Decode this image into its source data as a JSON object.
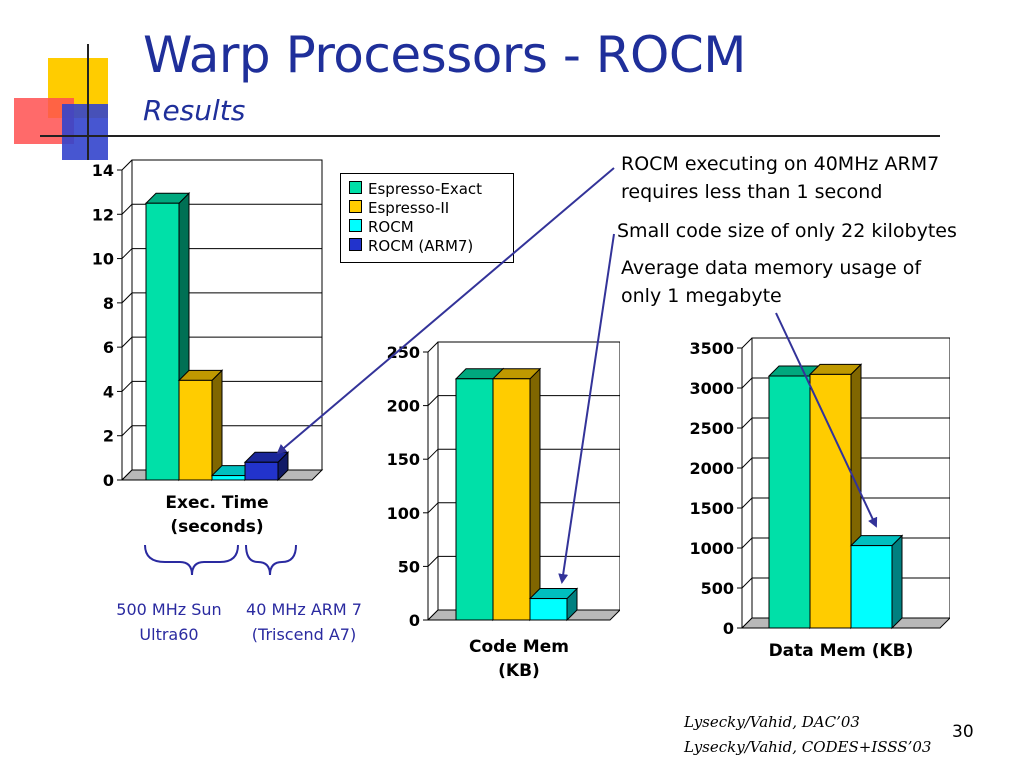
{
  "title": "Warp Processors - ROCM",
  "subtitle": "Results",
  "colors": {
    "title": "#1f2f9a",
    "espresso_exact": "#00e0a8",
    "espresso_ii": "#ffcc00",
    "rocm": "#00ffff",
    "rocm_arm7": "#2233cc",
    "arrow": "#333399"
  },
  "chart_data": [
    {
      "type": "bar",
      "categories": [
        "Exec. Time (seconds)"
      ],
      "xlabel": "Exec. Time\n(seconds)",
      "ylim": [
        0,
        14
      ],
      "yticks": [
        0,
        2,
        4,
        6,
        8,
        10,
        12,
        14
      ],
      "grid": true,
      "series": [
        {
          "name": "Espresso-Exact",
          "values": [
            12.5
          ]
        },
        {
          "name": "Espresso-II",
          "values": [
            4.5
          ]
        },
        {
          "name": "ROCM",
          "values": [
            0.2
          ]
        },
        {
          "name": "ROCM (ARM7)",
          "values": [
            0.8
          ]
        }
      ],
      "legend": [
        "Espresso-Exact",
        "Espresso-II",
        "ROCM",
        "ROCM (ARM7)"
      ],
      "legend_position": "top-right"
    },
    {
      "type": "bar",
      "categories": [
        "Code Mem (KB)"
      ],
      "xlabel": "Code Mem\n(KB)",
      "ylim": [
        0,
        250
      ],
      "yticks": [
        0,
        50,
        100,
        150,
        200,
        250
      ],
      "grid": true,
      "series": [
        {
          "name": "Espresso-Exact",
          "values": [
            225
          ]
        },
        {
          "name": "Espresso-II",
          "values": [
            225
          ]
        },
        {
          "name": "ROCM",
          "values": [
            20
          ]
        }
      ]
    },
    {
      "type": "bar",
      "categories": [
        "Data Mem (KB)"
      ],
      "xlabel": "Data Mem (KB)",
      "ylim": [
        0,
        3500
      ],
      "yticks": [
        0,
        500,
        1000,
        1500,
        2000,
        2500,
        3000,
        3500
      ],
      "grid": true,
      "series": [
        {
          "name": "Espresso-Exact",
          "values": [
            3150
          ]
        },
        {
          "name": "Espresso-II",
          "values": [
            3170
          ]
        },
        {
          "name": "ROCM",
          "values": [
            1030
          ]
        }
      ]
    }
  ],
  "annotations": {
    "note1_line1": "ROCM executing on 40MHz ARM7",
    "note1_line2": "requires less than 1 second",
    "note2": "Small code size of only 22 kilobytes",
    "note3_line1": "Average data memory usage of",
    "note3_line2": "only 1 megabyte"
  },
  "bracket_labels": {
    "sun_line1": "500 MHz Sun",
    "sun_line2": "Ultra60",
    "arm_line1": "40 MHz ARM 7",
    "arm_line2": "(Triscend A7)"
  },
  "citation": {
    "line1": "Lysecky/Vahid, DAC’03",
    "line2": "Lysecky/Vahid, CODES+ISSS’03"
  },
  "page_number": "30"
}
